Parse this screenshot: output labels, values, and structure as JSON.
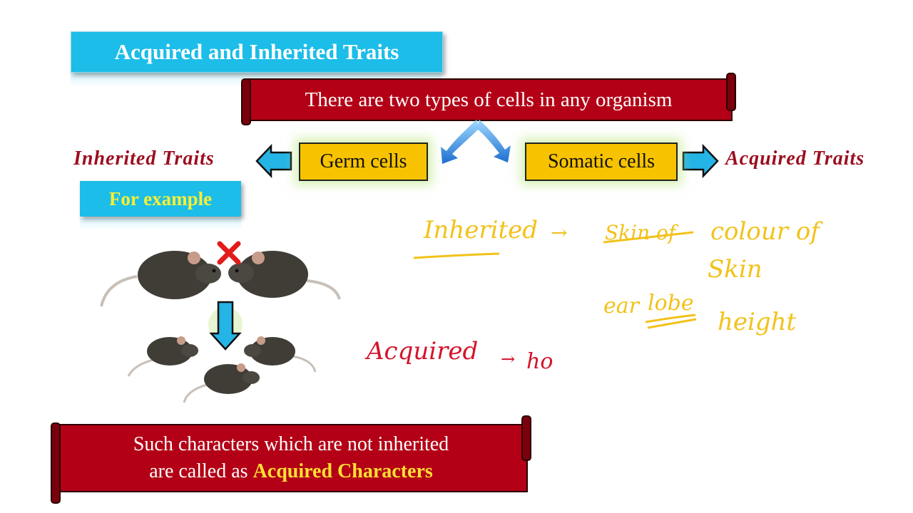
{
  "slide": {
    "title": "Acquired and Inherited Traits",
    "banner": "There are two types of cells in any organism",
    "germ_cells": "Germ cells",
    "somatic_cells": "Somatic cells",
    "inherited_traits": "Inherited Traits",
    "acquired_traits": "Acquired Traits",
    "example_label": "For example",
    "footer_line1": "Such characters which are not inherited",
    "footer_line2_prefix": "are called as ",
    "footer_highlight": "Acquired Characters"
  },
  "annotations": {
    "inherited": "Inherited",
    "arrow1": "→",
    "struck": "Skin of",
    "colour_of": "colour of",
    "skin": "Skin",
    "ear_lobe_1": "ear",
    "ear_lobe_2": "lobe",
    "height": "height",
    "acquired": "Acquired",
    "arrow2": "→",
    "ho": "ho"
  },
  "colors": {
    "title_bg": "#1cbde8",
    "banner_bg": "#b30016",
    "cell_box_bg": "#f7c300",
    "trait_text": "#9b0d1e",
    "highlight": "#ffe033",
    "ink_yellow": "#f2c21a",
    "ink_red": "#d3142a"
  }
}
